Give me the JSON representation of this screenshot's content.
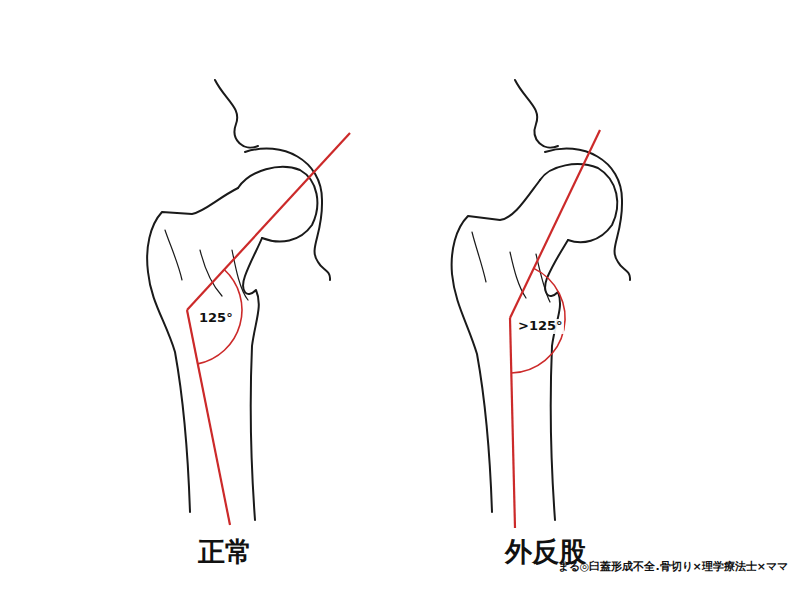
{
  "diagram": {
    "labels": [
      "125°",
      ">125°",
      "正常",
      "外反股",
      "まる◎臼蓋形成不全.骨切り×理学療法士×ママ"
    ]
  }
}
